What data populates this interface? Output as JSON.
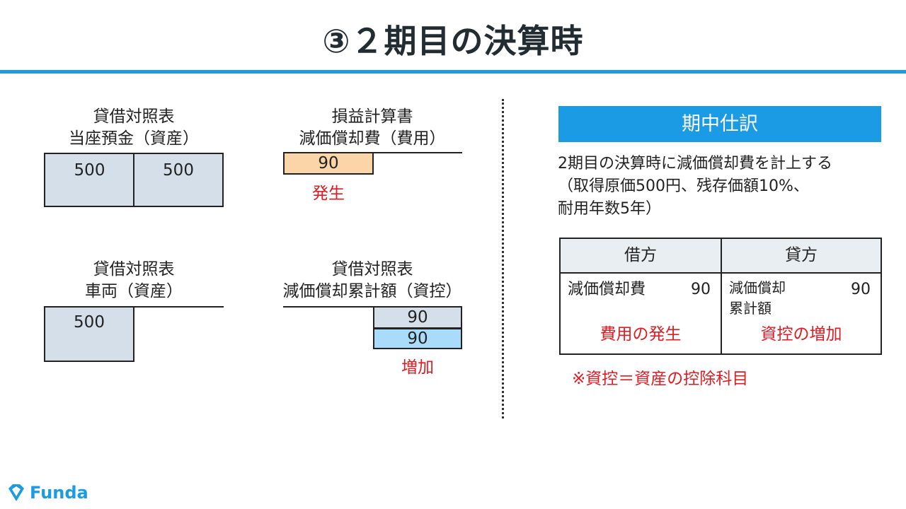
{
  "title": "③２期目の決算時",
  "left": {
    "bs_cash": {
      "caption1": "貸借対照表",
      "caption2": "当座預金（資産）",
      "debit": "500",
      "credit": "500"
    },
    "pl_depr": {
      "caption1": "損益計算書",
      "caption2": "減価償却費（費用）",
      "debit": "90",
      "note": "発生"
    },
    "bs_vehicle": {
      "caption1": "貸借対照表",
      "caption2": "車両（資産）",
      "debit": "500"
    },
    "bs_accum": {
      "caption1": "貸借対照表",
      "caption2": "減価償却累計額（資控）",
      "credit1": "90",
      "credit2": "90",
      "note": "増加"
    }
  },
  "right": {
    "banner": "期中仕訳",
    "desc": [
      "2期目の決算時に減価償却費を計上する",
      "（取得原価500円、残存価額10%、",
      "耐用年数5年）"
    ],
    "journal": {
      "debit_header": "借方",
      "credit_header": "貸方",
      "debit_account": "減価償却費",
      "debit_amount": "90",
      "credit_account_1": "減価償却",
      "credit_account_2": "累計額",
      "credit_amount": "90",
      "debit_note": "費用の発生",
      "credit_note": "資控の増加"
    },
    "note": "※資控＝資産の控除科目"
  },
  "logo": {
    "text": "Funda"
  },
  "colors": {
    "accent": "#1a9be3",
    "red": "#e11b22",
    "account_box": "#d5dfe9",
    "expense_box": "#fbd5a8",
    "increase_box": "#a9dcfb"
  }
}
